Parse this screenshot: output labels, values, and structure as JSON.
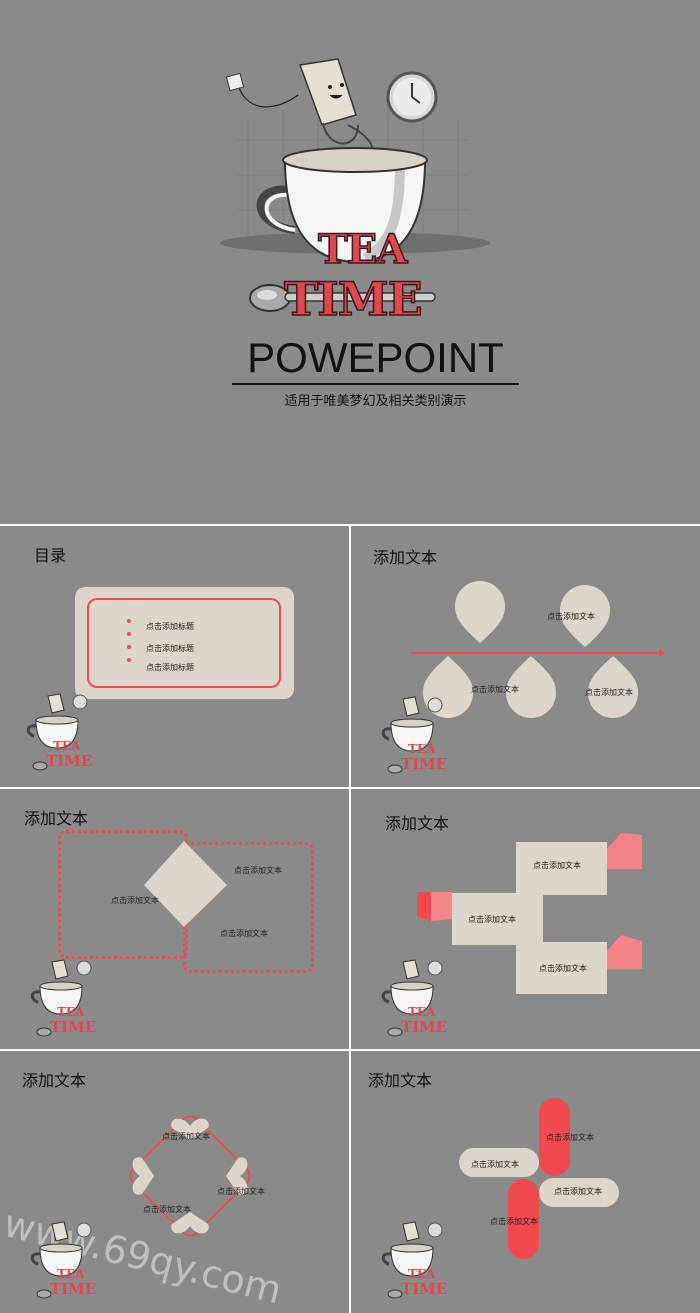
{
  "cover": {
    "logo_line1": "TEA",
    "logo_line2": "TIME",
    "title": "POWEPOINT",
    "subtitle": "适用于唯美梦幻及相关类别演示"
  },
  "slides": {
    "toc": {
      "title": "目录",
      "items": [
        "点击添加标题",
        "点击添加标题",
        "点击添加标题"
      ]
    },
    "s2": {
      "title": "添加文本",
      "labels": [
        "点击添加文本",
        "点击添加文本",
        "点击添加文本"
      ]
    },
    "s3": {
      "title": "添加文本",
      "labels": [
        "点击添加文本",
        "点击添加文本",
        "点击添加文本"
      ]
    },
    "s4": {
      "title": "添加文本",
      "labels": [
        "点击添加文本",
        "点击添加文本",
        "点击添加文本"
      ]
    },
    "s5": {
      "title": "添加文本",
      "labels": [
        "点击添加文本",
        "点击添加文本",
        "点击添加文本"
      ]
    },
    "s6": {
      "title": "添加文本",
      "labels": [
        "点击添加文本",
        "点击添加文本",
        "点击添加文本",
        "点击添加文本"
      ]
    }
  },
  "mini_logo": {
    "line1": "TEA",
    "line2": "TIME"
  },
  "watermark": "www.69qy.com",
  "colors": {
    "bg": "#8a8a8a",
    "beige": "#ddd6cc",
    "red": "#f04a4f",
    "pink": "#f4888c"
  }
}
